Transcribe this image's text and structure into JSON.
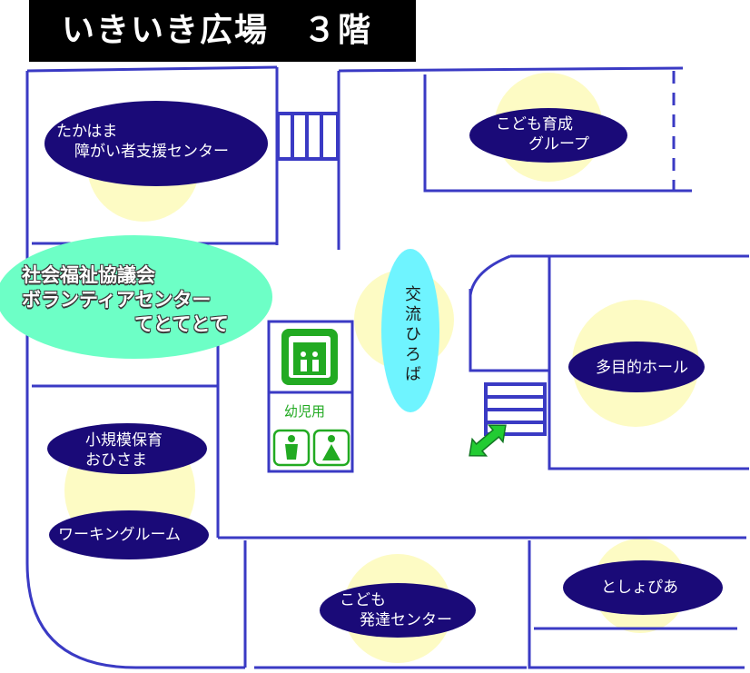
{
  "header": {
    "title": "いきいき広場　３階"
  },
  "rooms": {
    "takahama": {
      "line1": "たかはま",
      "line2": "障がい者支援センター"
    },
    "kodomo_ikusei": {
      "line1": "こども育成",
      "line2": "グループ"
    },
    "shakyo": {
      "line1": "社会福祉協議会",
      "line2": "ボランティアセンター",
      "line3": "てとてとて"
    },
    "koryu": {
      "label": "交流ひろば"
    },
    "tamokuteki": {
      "label": "多目的ホール"
    },
    "hoiku": {
      "line1": "小規模保育",
      "line2": "おひさま"
    },
    "working": {
      "label": "ワーキングルーム"
    },
    "hattatsu": {
      "line1": "こども",
      "line2": "発達センター"
    },
    "toshopia": {
      "label": "としょぴあ"
    }
  },
  "facilities": {
    "infant_toilet": "幼児用"
  },
  "colors": {
    "wall": "#3a3ac4",
    "room_oval": "#1a0a78",
    "light_halo": "#fdfbc4",
    "shakyo_oval": "#6dffc6",
    "koryu_oval": "#6ff4ff",
    "facility_green": "#22aa22",
    "title_bg": "#000000"
  },
  "icons": [
    "elevator-icon",
    "toilet-male-icon",
    "toilet-female-icon",
    "entrance-arrow-icon",
    "stairs-icon"
  ]
}
